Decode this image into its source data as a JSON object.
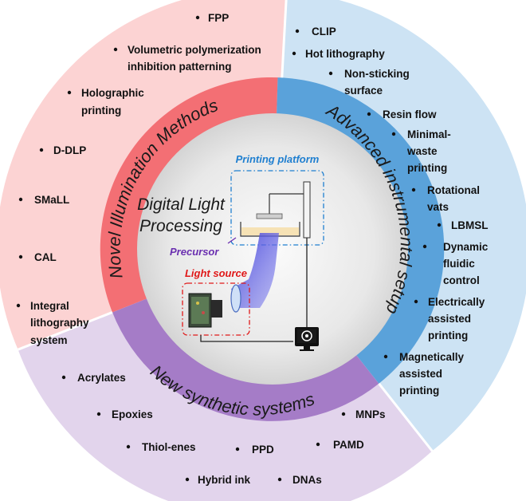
{
  "center": {
    "title_line1": "Digital Light",
    "title_line2": "Processing",
    "label_platform": "Printing platform",
    "label_precursor": "Precursor",
    "label_light_source": "Light source"
  },
  "rings": {
    "illumination": "Novel Illumination Methods",
    "instrumental": "Advanced instrumental setup",
    "synthetic": "New synthetic systems"
  },
  "illumination_items": [
    "FPP",
    "Volumetric polymerization",
    "inhibition patterning",
    "Holographic",
    "printing",
    "D-DLP",
    "SMaLL",
    "CAL",
    "Integral",
    "lithography",
    "system"
  ],
  "instrumental_items": [
    "CLIP",
    "Hot lithography",
    "Non-sticking",
    "surface",
    "Resin flow",
    "Minimal-",
    "waste",
    "printing",
    "Rotational",
    "vats",
    "LBMSL",
    "Dynamic",
    "fluidic",
    "control",
    "Electrically",
    "assisted",
    "printing",
    "Magnetically",
    "assisted",
    "printing"
  ],
  "synthetic_items": [
    "Acrylates",
    "Epoxies",
    "Thiol-enes",
    "PPD",
    "MNPs",
    "PAMD",
    "Hybrid ink",
    "DNAs"
  ],
  "colors": {
    "illumination_outer": "#fcd3d3",
    "illumination_band": "#f36f74",
    "instrumental_outer": "#cde3f4",
    "instrumental_band": "#5aa2da",
    "synthetic_outer": "#e2d4ec",
    "synthetic_band": "#a57cc7",
    "center": "#e6e6e6"
  }
}
